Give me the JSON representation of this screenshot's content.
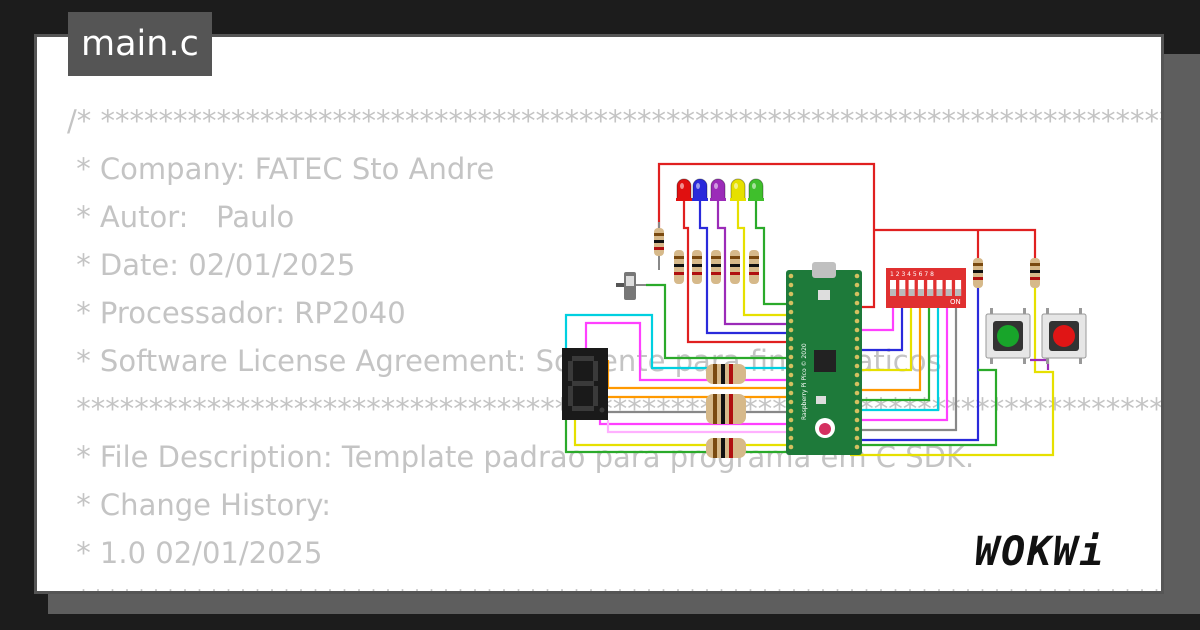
{
  "tab": {
    "title": "main.c"
  },
  "code_lines": [
    "/* ****************************************************************************",
    " * Company: FATEC Sto Andre",
    " * Autor:   Paulo",
    " * Date: 02/01/2025",
    " * Processador: RP2040",
    " * Software License Agreement: Somente para fins didaticos",
    " *****************************************************************************",
    " * File Description: Template padrao para programa em C SDK.",
    " * Change History:",
    " * 1.0 02/01/2025",
    " *****************************************************************************"
  ],
  "diagram": {
    "board_label": "Raspberry Pi Pico © 2020",
    "dip_switch": {
      "numbers": "1 2 3 4 5 6 7 8",
      "on_label": "ON"
    },
    "led_colors": [
      "#e01010",
      "#2a2adb",
      "#9b2bb8",
      "#e6e000",
      "#3fbf2c"
    ],
    "button_colors": [
      "#18a52a",
      "#e01515"
    ]
  },
  "brand": {
    "logo": "WOKWi"
  }
}
